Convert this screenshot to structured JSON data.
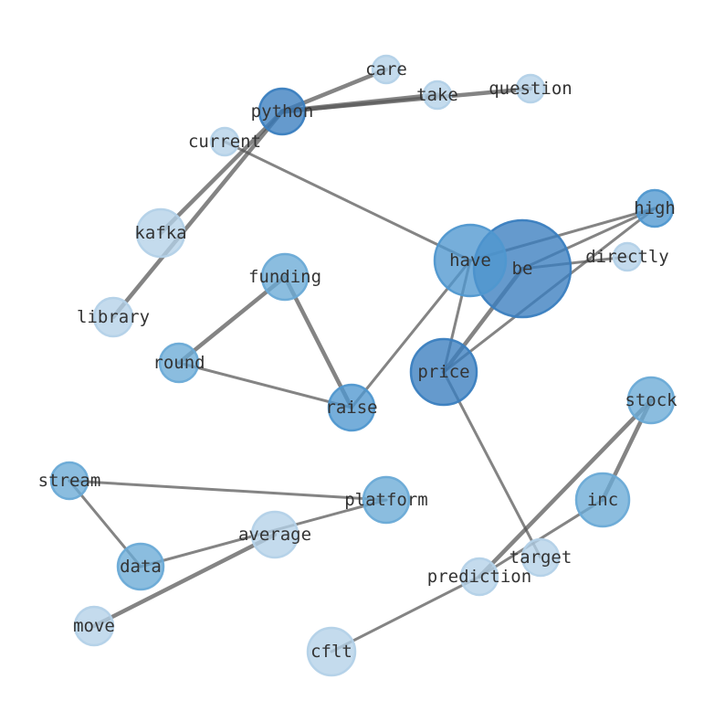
{
  "nodes": [
    {
      "id": "care",
      "label": "care",
      "shade": 1
    },
    {
      "id": "take",
      "label": "take",
      "shade": 1
    },
    {
      "id": "question",
      "label": "question",
      "shade": 1
    },
    {
      "id": "python",
      "label": "python",
      "shade": 4
    },
    {
      "id": "current",
      "label": "current",
      "shade": 1
    },
    {
      "id": "kafka",
      "label": "kafka",
      "shade": 1
    },
    {
      "id": "library",
      "label": "library",
      "shade": 1
    },
    {
      "id": "funding",
      "label": "funding",
      "shade": 2
    },
    {
      "id": "round",
      "label": "round",
      "shade": 2
    },
    {
      "id": "raise",
      "label": "raise",
      "shade": 3
    },
    {
      "id": "have",
      "label": "have",
      "shade": 3
    },
    {
      "id": "be",
      "label": "be",
      "shade": 4
    },
    {
      "id": "high",
      "label": "high",
      "shade": 3
    },
    {
      "id": "directly",
      "label": "directly",
      "shade": 1
    },
    {
      "id": "price",
      "label": "price",
      "shade": 4
    },
    {
      "id": "stock",
      "label": "stock",
      "shade": 2
    },
    {
      "id": "inc",
      "label": "inc",
      "shade": 2
    },
    {
      "id": "stream",
      "label": "stream",
      "shade": 2
    },
    {
      "id": "platform",
      "label": "platform",
      "shade": 2
    },
    {
      "id": "average",
      "label": "average",
      "shade": 1
    },
    {
      "id": "data",
      "label": "data",
      "shade": 2
    },
    {
      "id": "move",
      "label": "move",
      "shade": 1
    },
    {
      "id": "target",
      "label": "target",
      "shade": 1
    },
    {
      "id": "prediction",
      "label": "prediction",
      "shade": 1
    },
    {
      "id": "cflt",
      "label": "cflt",
      "shade": 1
    }
  ],
  "edges": [
    {
      "source": "python",
      "target": "care",
      "weight": 2
    },
    {
      "source": "python",
      "target": "take",
      "weight": 3
    },
    {
      "source": "python",
      "target": "question",
      "weight": 2
    },
    {
      "source": "python",
      "target": "kafka",
      "weight": 2
    },
    {
      "source": "python",
      "target": "library",
      "weight": 2
    },
    {
      "source": "current",
      "target": "have",
      "weight": 1
    },
    {
      "source": "funding",
      "target": "round",
      "weight": 2
    },
    {
      "source": "funding",
      "target": "raise",
      "weight": 2
    },
    {
      "source": "round",
      "target": "raise",
      "weight": 1
    },
    {
      "source": "raise",
      "target": "have",
      "weight": 1
    },
    {
      "source": "have",
      "target": "high",
      "weight": 1
    },
    {
      "source": "have",
      "target": "price",
      "weight": 1
    },
    {
      "source": "be",
      "target": "high",
      "weight": 1
    },
    {
      "source": "be",
      "target": "directly",
      "weight": 1
    },
    {
      "source": "be",
      "target": "price",
      "weight": 2
    },
    {
      "source": "price",
      "target": "high",
      "weight": 1
    },
    {
      "source": "price",
      "target": "target",
      "weight": 1
    },
    {
      "source": "stock",
      "target": "inc",
      "weight": 2
    },
    {
      "source": "stock",
      "target": "prediction",
      "weight": 2
    },
    {
      "source": "inc",
      "target": "prediction",
      "weight": 1
    },
    {
      "source": "prediction",
      "target": "cflt",
      "weight": 1
    },
    {
      "source": "stream",
      "target": "platform",
      "weight": 1
    },
    {
      "source": "stream",
      "target": "data",
      "weight": 1
    },
    {
      "source": "platform",
      "target": "data",
      "weight": 1
    },
    {
      "source": "average",
      "target": "move",
      "weight": 2
    }
  ],
  "palette": {
    "1": "#b3d1e8",
    "2": "#6aaad6",
    "3": "#4f97cf",
    "4": "#3a7ebf"
  },
  "edge_color": "#555555"
}
